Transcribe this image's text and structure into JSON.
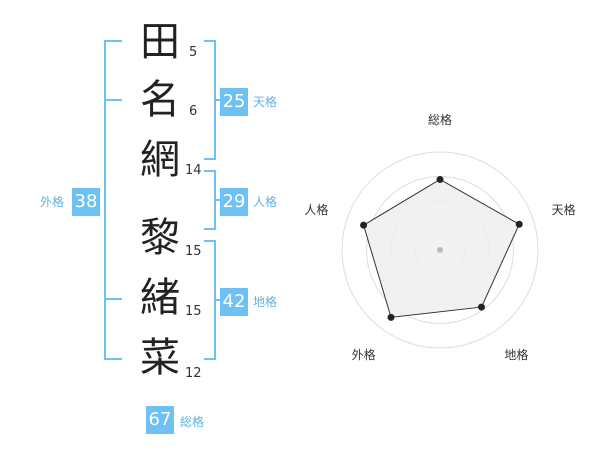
{
  "name_chars": [
    {
      "char": "田",
      "strokes": "5"
    },
    {
      "char": "名",
      "strokes": "6"
    },
    {
      "char": "網",
      "strokes": "14"
    },
    {
      "char": "黎",
      "strokes": "15"
    },
    {
      "char": "緒",
      "strokes": "15"
    },
    {
      "char": "菜",
      "strokes": "12"
    }
  ],
  "fortunes": {
    "tenkaku": {
      "value": "25",
      "label": "天格"
    },
    "jinkaku": {
      "value": "29",
      "label": "人格"
    },
    "chikaku": {
      "value": "42",
      "label": "地格"
    },
    "gaikaku": {
      "value": "38",
      "label": "外格"
    },
    "soukaku": {
      "value": "67",
      "label": "総格"
    }
  },
  "colors": {
    "accent": "#6ec2f3",
    "radar_fill": "#eeeeee",
    "ring": "#dddddd"
  },
  "chart_data": {
    "type": "radar",
    "axes": [
      "総格",
      "天格",
      "地格",
      "外格",
      "人格"
    ],
    "values": [
      0.72,
      0.85,
      0.72,
      0.85,
      0.82
    ],
    "range": [
      0,
      1
    ],
    "rings": 4,
    "grid": true
  }
}
